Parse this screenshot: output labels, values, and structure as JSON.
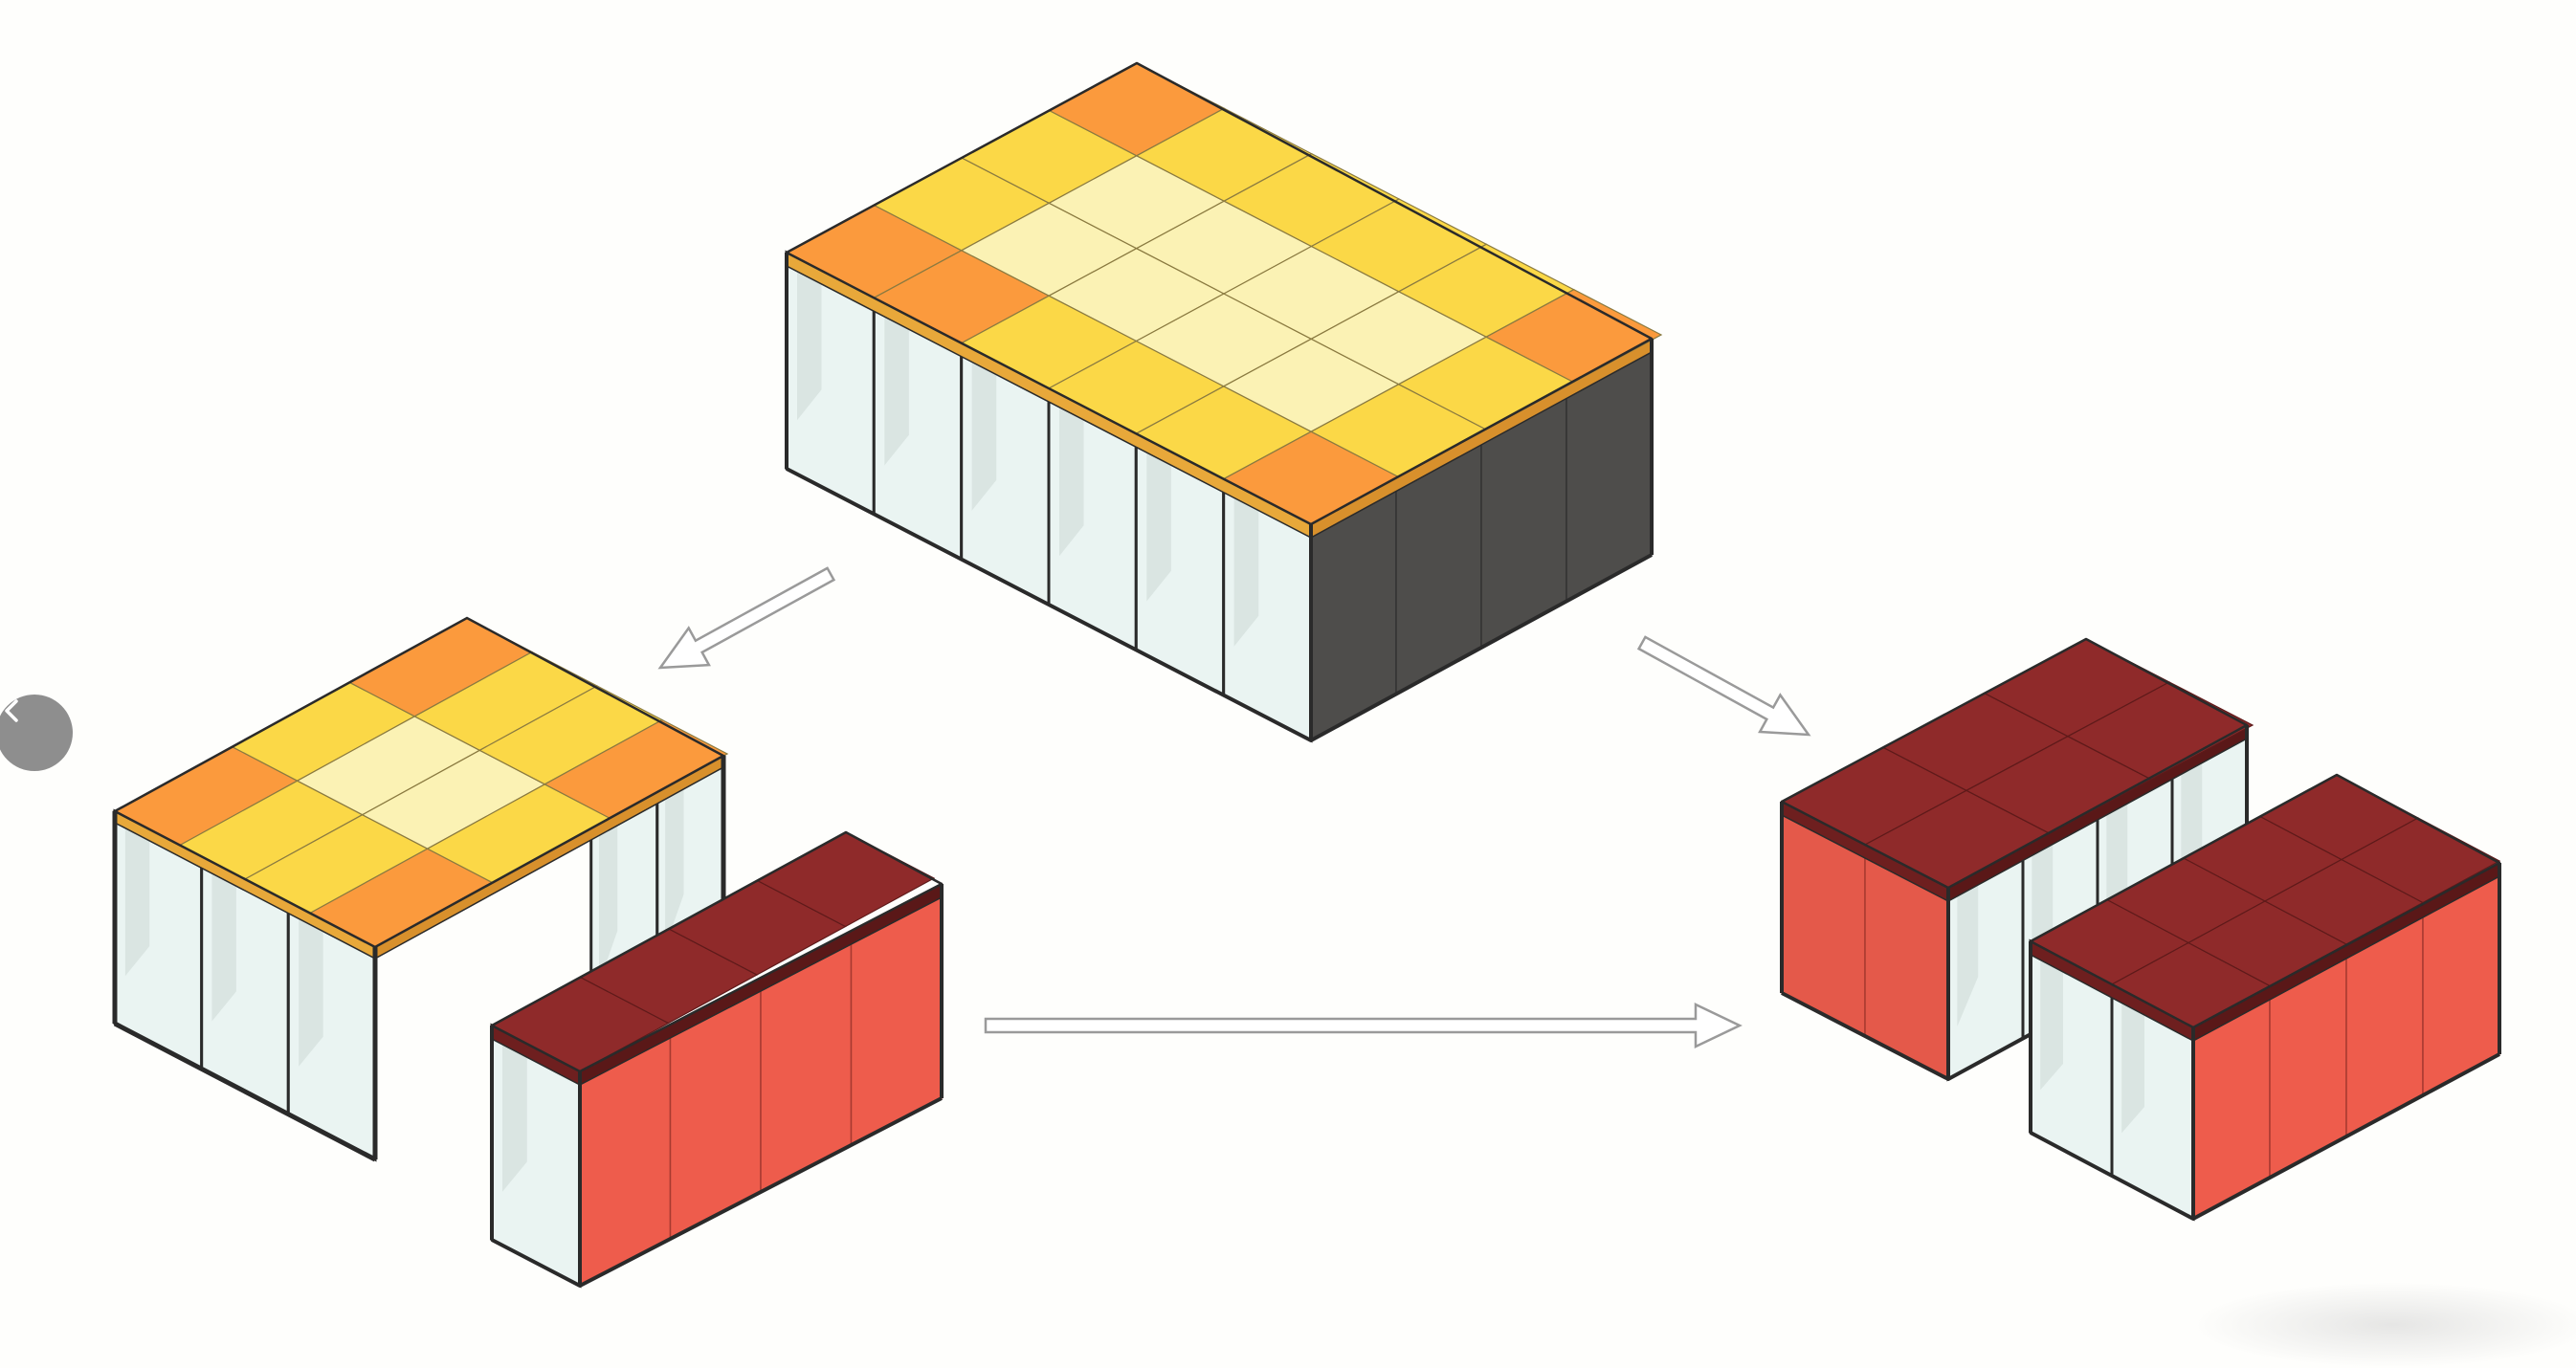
{
  "diagram": {
    "modules": [
      {
        "id": "large-pod",
        "roof_pattern": "orange-yellow-cream",
        "walls": "glass-front-dark-side"
      },
      {
        "id": "open-pod",
        "roof_pattern": "orange-yellow-cream",
        "walls": "glass"
      },
      {
        "id": "closed-pod",
        "roof_pattern": "dark-red",
        "walls": "red-panels"
      },
      {
        "id": "red-pod-back",
        "roof_pattern": "dark-red",
        "walls": "red-panels-glass"
      },
      {
        "id": "red-pod-front",
        "roof_pattern": "dark-red",
        "walls": "red-panels-glass"
      }
    ],
    "arrows": [
      {
        "from": "large-pod",
        "to": "pod-pair-left"
      },
      {
        "from": "large-pod",
        "to": "pod-pair-right"
      },
      {
        "from": "pod-pair-left",
        "to": "pod-pair-right"
      }
    ]
  },
  "colors": {
    "roof_orange": "#fb9a3d",
    "roof_yellow": "#fbd847",
    "roof_cream": "#fbf2b4",
    "roof_red": "#8f2a2a",
    "wall_red": "#ee5c4c",
    "wall_dark": "#4e4d4b",
    "glass": "#eaf4f2",
    "frame": "#2a2a2a",
    "arrow": "#9a9a9a"
  },
  "icons": {
    "nav": "chevron-left-icon"
  }
}
